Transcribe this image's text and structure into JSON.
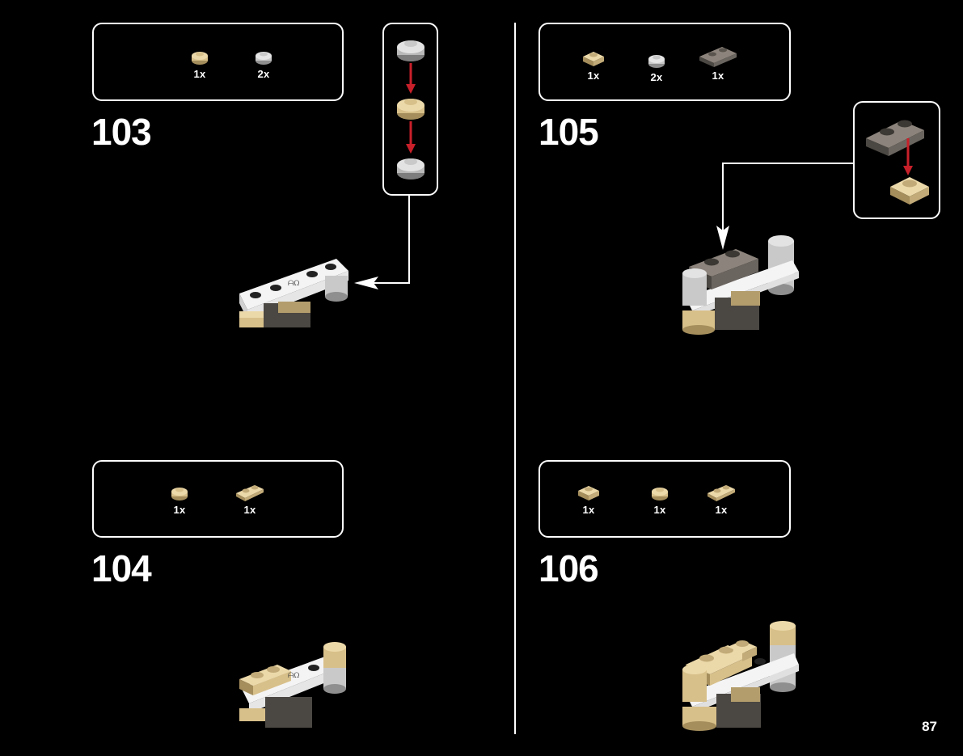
{
  "page_number": "87",
  "colors": {
    "tan": "#d8c08a",
    "tan_dark": "#a58e5c",
    "light_gray": "#c9c9c9",
    "dark_gray": "#6b6560",
    "white": "#ffffff",
    "arrow_red": "#c8202a"
  },
  "steps": [
    {
      "number": "103",
      "parts": [
        {
          "icon": "tan-round-plate-icon",
          "qty": "1x"
        },
        {
          "icon": "gray-round-plate-icon",
          "qty": "2x"
        }
      ]
    },
    {
      "number": "104",
      "parts": [
        {
          "icon": "tan-round-plate-icon",
          "qty": "1x"
        },
        {
          "icon": "tan-1x2-round-plate-icon",
          "qty": "1x"
        }
      ]
    },
    {
      "number": "105",
      "parts": [
        {
          "icon": "tan-1x1-plate-icon",
          "qty": "1x"
        },
        {
          "icon": "gray-round-plate-icon",
          "qty": "2x"
        },
        {
          "icon": "dark-gray-1x2-plate-icon",
          "qty": "1x"
        }
      ]
    },
    {
      "number": "106",
      "parts": [
        {
          "icon": "tan-1x1-plate-icon",
          "qty": "1x"
        },
        {
          "icon": "tan-round-plate-icon",
          "qty": "1x"
        },
        {
          "icon": "tan-1x2-round-plate-icon",
          "qty": "1x"
        }
      ]
    }
  ]
}
